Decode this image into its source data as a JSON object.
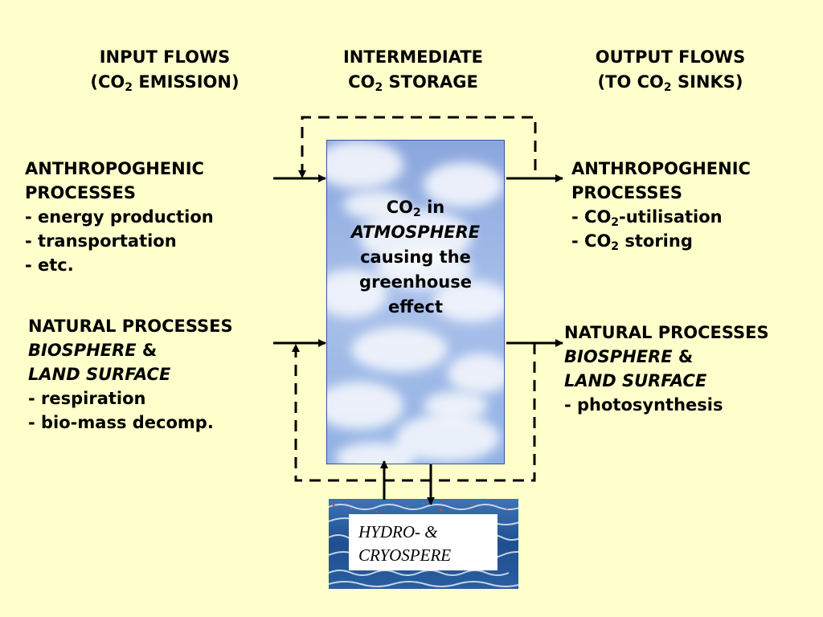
{
  "headers": {
    "input": {
      "line1": "INPUT FLOWS",
      "line2_pre": "(CO",
      "line2_sub": "2",
      "line2_post": " EMISSION)"
    },
    "intermediate": {
      "line1": "INTERMEDIATE",
      "line2_pre": "CO",
      "line2_sub": "2",
      "line2_post": " STORAGE"
    },
    "output": {
      "line1": "OUTPUT FLOWS",
      "line2_pre": "(TO CO",
      "line2_sub": "2",
      "line2_post": " SINKS)"
    }
  },
  "input_anthropogenic": {
    "line1": "ANTHROPOGHENIC",
    "line2": "PROCESSES",
    "items": [
      "- energy production",
      "- transportation",
      "- etc."
    ]
  },
  "input_natural": {
    "line1": "NATURAL PROCESSES",
    "line2": "BIOSPHERE",
    "line2_amp": " &",
    "line3": "LAND SURFACE",
    "items": [
      "- respiration",
      "- bio-mass decomp."
    ]
  },
  "atmosphere": {
    "co2_pre": "CO",
    "co2_sub": "2",
    "co2_post": " in",
    "name": "ATMOSPHERE",
    "line3": "causing the",
    "line4": "greenhouse",
    "line5": "effect"
  },
  "output_anthropogenic": {
    "line1": "ANTHROPOGHENIC",
    "line2": "PROCESSES",
    "item1_pre": "- CO",
    "item1_sub": "2",
    "item1_post": "-utilisation",
    "item2_pre": "- CO",
    "item2_sub": "2",
    "item2_post": " storing"
  },
  "output_natural": {
    "line1": "NATURAL PROCESSES",
    "line2": "BIOSPHERE",
    "line2_amp": " &",
    "line3": "LAND SURFACE",
    "items": [
      "- photosynthesis"
    ]
  },
  "hydrosphere": {
    "line1": "HYDRO- &",
    "line2": "CRYOSPERE"
  },
  "colors": {
    "background": "#ffffcc",
    "sky": "#9fb8e6",
    "ocean": "#2a5a9a",
    "arrows": "#000000"
  }
}
